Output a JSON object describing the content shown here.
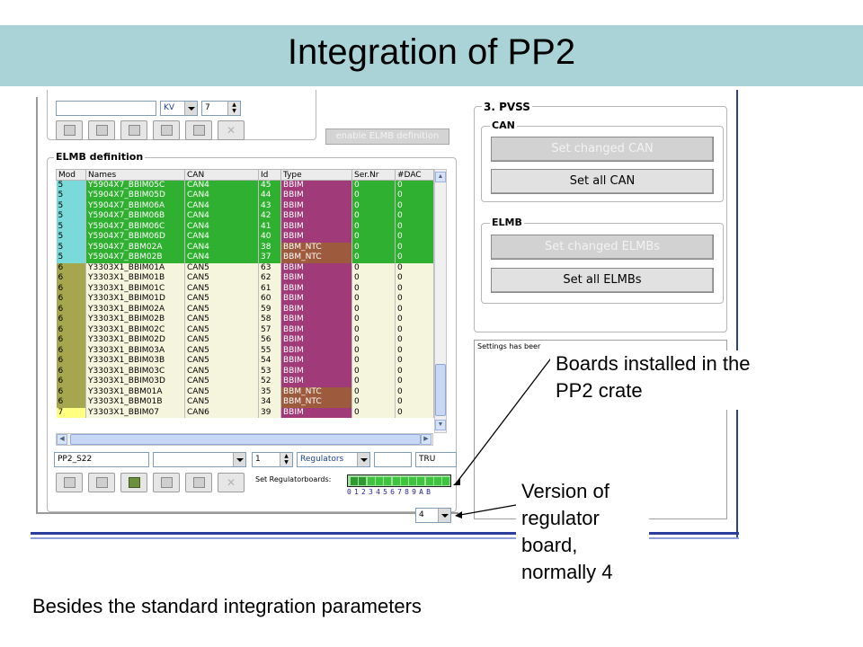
{
  "slide": {
    "title": "Integration of PP2",
    "bottom_text": "Besides the standard integration parameters",
    "callout_boards": "Boards installed in the PP2 crate",
    "callout_version": "Version of regulator board, normally 4"
  },
  "top_form": {
    "kv_select": "KV",
    "number_value": "7",
    "enable_button": "enable ELMB definition"
  },
  "elmb": {
    "group_label": "ELMB definition",
    "columns": [
      "Mod",
      "Names",
      "CAN",
      "Id",
      "Type",
      "Ser.Nr",
      "#DAC"
    ],
    "rows": [
      [
        "5",
        "Y5904X7_BBIM05C",
        "CAN4",
        "45",
        "BBIM",
        "0",
        "0"
      ],
      [
        "5",
        "Y5904X7_BBIM05D",
        "CAN4",
        "44",
        "BBIM",
        "0",
        "0"
      ],
      [
        "5",
        "Y5904X7_BBIM06A",
        "CAN4",
        "43",
        "BBIM",
        "0",
        "0"
      ],
      [
        "5",
        "Y5904X7_BBIM06B",
        "CAN4",
        "42",
        "BBIM",
        "0",
        "0"
      ],
      [
        "5",
        "Y5904X7_BBIM06C",
        "CAN4",
        "41",
        "BBIM",
        "0",
        "0"
      ],
      [
        "5",
        "Y5904X7_BBIM06D",
        "CAN4",
        "40",
        "BBIM",
        "0",
        "0"
      ],
      [
        "5",
        "Y5904X7_BBM02A",
        "CAN4",
        "38",
        "BBM_NTC",
        "0",
        "0"
      ],
      [
        "5",
        "Y5904X7_BBM02B",
        "CAN4",
        "37",
        "BBM_NTC",
        "0",
        "0"
      ],
      [
        "6",
        "Y3303X1_BBIM01A",
        "CAN5",
        "63",
        "BBIM",
        "0",
        "0"
      ],
      [
        "6",
        "Y3303X1_BBIM01B",
        "CAN5",
        "62",
        "BBIM",
        "0",
        "0"
      ],
      [
        "6",
        "Y3303X1_BBIM01C",
        "CAN5",
        "61",
        "BBIM",
        "0",
        "0"
      ],
      [
        "6",
        "Y3303X1_BBIM01D",
        "CAN5",
        "60",
        "BBIM",
        "0",
        "0"
      ],
      [
        "6",
        "Y3303X1_BBIM02A",
        "CAN5",
        "59",
        "BBIM",
        "0",
        "0"
      ],
      [
        "6",
        "Y3303X1_BBIM02B",
        "CAN5",
        "58",
        "BBIM",
        "0",
        "0"
      ],
      [
        "6",
        "Y3303X1_BBIM02C",
        "CAN5",
        "57",
        "BBIM",
        "0",
        "0"
      ],
      [
        "6",
        "Y3303X1_BBIM02D",
        "CAN5",
        "56",
        "BBIM",
        "0",
        "0"
      ],
      [
        "6",
        "Y3303X1_BBIM03A",
        "CAN5",
        "55",
        "BBIM",
        "0",
        "0"
      ],
      [
        "6",
        "Y3303X1_BBIM03B",
        "CAN5",
        "54",
        "BBIM",
        "0",
        "0"
      ],
      [
        "6",
        "Y3303X1_BBIM03C",
        "CAN5",
        "53",
        "BBIM",
        "0",
        "0"
      ],
      [
        "6",
        "Y3303X1_BBIM03D",
        "CAN5",
        "52",
        "BBIM",
        "0",
        "0"
      ],
      [
        "6",
        "Y3303X1_BBM01A",
        "CAN5",
        "35",
        "BBM_NTC",
        "0",
        "0"
      ],
      [
        "6",
        "Y3303X1_BBM01B",
        "CAN5",
        "34",
        "BBM_NTC",
        "0",
        "0"
      ],
      [
        "7",
        "Y3303X1_BBIM07",
        "CAN6",
        "39",
        "BBIM",
        "0",
        "0"
      ]
    ]
  },
  "bottom_form": {
    "name_value": "PP2_S22",
    "spin_value": "1",
    "regulators_select": "Regulators",
    "tru_select": "TRU",
    "set_regulatorboards_label": "Set Regulatorboards:",
    "regulator_numbers": "0123456789AB",
    "version_select": "4"
  },
  "pvss": {
    "group_label": "3. PVSS",
    "can_label": "CAN",
    "set_changed_can": "Set changed CAN",
    "set_all_can": "Set all CAN",
    "elmb_label": "ELMB",
    "set_changed_elmbs": "Set changed ELMBs",
    "set_all_elmbs": "Set all ELMBs",
    "settings_text": "Settings has beer"
  },
  "colors": {
    "title_bar": "#a9d3d6",
    "mod5_green": "#30b030",
    "mod6_olive": "#a6a64f",
    "type_purple": "#a03a78",
    "type_brown": "#9e5a3c",
    "frame_blue": "#2a3f9d"
  }
}
